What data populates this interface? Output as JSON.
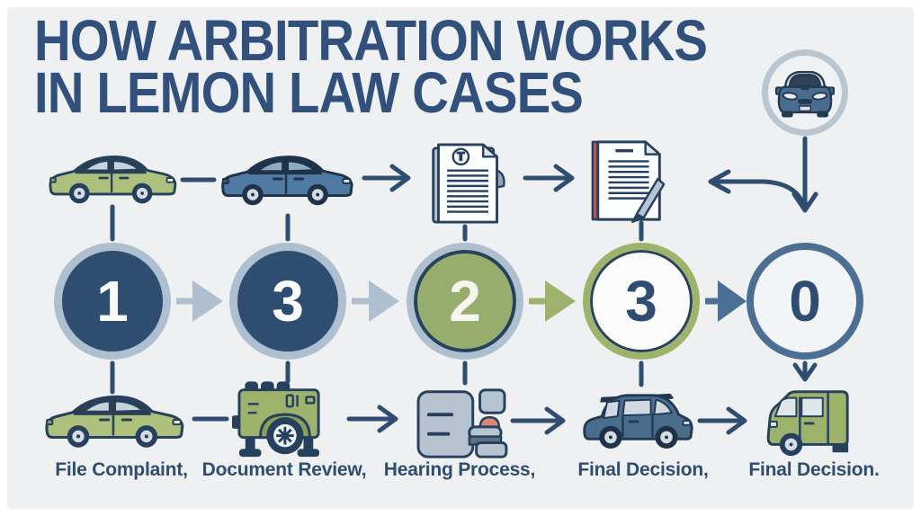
{
  "title": {
    "line1": "HOW ARBITRATION WORKS",
    "line2": "IN LEMON LAW CASES"
  },
  "steps": [
    {
      "number": "1",
      "label": "File Complaint,",
      "top_icon": "green-sedan-side-icon",
      "bottom_icon": "green-sedan-side-icon",
      "circle_style": "navy-filled-steel-ring"
    },
    {
      "number": "3",
      "label": "Document Review,",
      "top_icon": "blue-sedan-side-icon",
      "bottom_icon": "green-trailer-icon",
      "circle_style": "navy-filled-steel-ring"
    },
    {
      "number": "2",
      "label": "Hearing Process,",
      "top_icon": "document-seal-icon",
      "bottom_icon": "hearing-desk-icon",
      "circle_style": "green-filled-steel-ring"
    },
    {
      "number": "3",
      "label": "Final Decision,",
      "top_icon": "document-pen-icon",
      "bottom_icon": "navy-suv-side-icon",
      "circle_style": "white-filled-green-ring"
    },
    {
      "number": "0",
      "label": "Final Decision.",
      "top_icon": "car-front-circle-icon",
      "bottom_icon": "green-van-side-icon",
      "circle_style": "white-filled-blue-ring"
    }
  ],
  "header_icon": "car-front-circle-icon",
  "colors": {
    "background": "#eef0f1",
    "frame": "#ffffff",
    "title_text": "#31517c",
    "navy": "#2e4d71",
    "outline_navy": "#26405e",
    "steel_ring": "#aec0d0",
    "green": "#97ad6d",
    "green_ring": "#9db36c",
    "steel_blue": "#4c7093",
    "car_green": "#aec17c",
    "car_blue": "#4f7aa2",
    "gray_blue": "#b7c3d0",
    "coral": "#d98379",
    "red_spine": "#c0564a"
  }
}
